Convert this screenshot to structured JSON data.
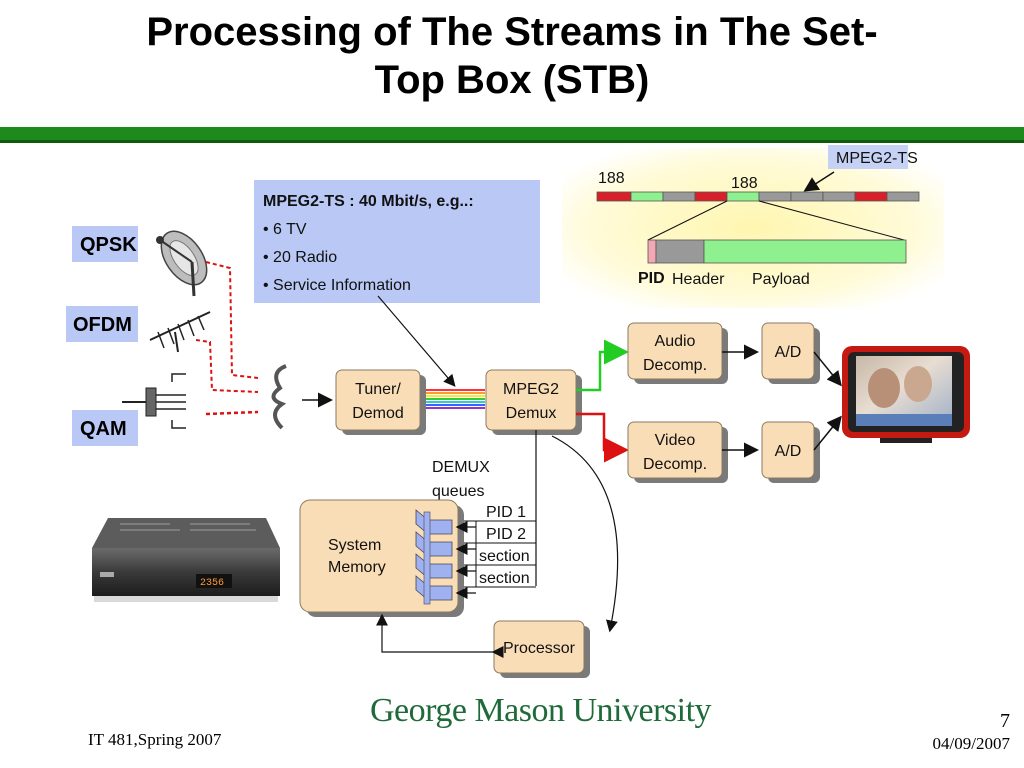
{
  "title": {
    "line1": "Processing of The Streams in The Set-",
    "line2": "Top Box (STB)"
  },
  "modulations": [
    "QPSK",
    "OFDM",
    "QAM"
  ],
  "info_box": {
    "heading": "MPEG2-TS : 40 Mbit/s, e.g..:",
    "items": [
      "• 6 TV",
      "• 20 Radio",
      "• Service Information"
    ]
  },
  "ts_packet": {
    "tag": "MPEG2-TS",
    "len_left": "188",
    "len_mid": "188",
    "pid": "PID",
    "header": "Header",
    "payload": "Payload"
  },
  "blocks": {
    "tuner": [
      "Tuner/",
      "Demod"
    ],
    "demux": [
      "MPEG2",
      "Demux"
    ],
    "audio": [
      "Audio",
      "Decomp."
    ],
    "video": [
      "Video",
      "Decomp."
    ],
    "ad_audio": "A/D",
    "ad_video": "A/D",
    "memory": [
      "System",
      "Memory"
    ],
    "processor": "Processor"
  },
  "demux_queues": {
    "label": [
      "DEMUX",
      "queues"
    ],
    "rows": [
      "PID 1",
      "PID 2",
      "section",
      "section"
    ]
  },
  "stb_display": "2356",
  "footer": {
    "left": "IT 481,Spring 2007",
    "page": "7",
    "date": "04/09/2007",
    "logo_text": "George Mason University"
  },
  "colors": {
    "accent_green": "#1e8a1e",
    "block_fill": "#f9ddb6",
    "info_fill": "#b9c8f5",
    "ts_green": "#8ef08e",
    "ts_red": "#d8202a"
  }
}
